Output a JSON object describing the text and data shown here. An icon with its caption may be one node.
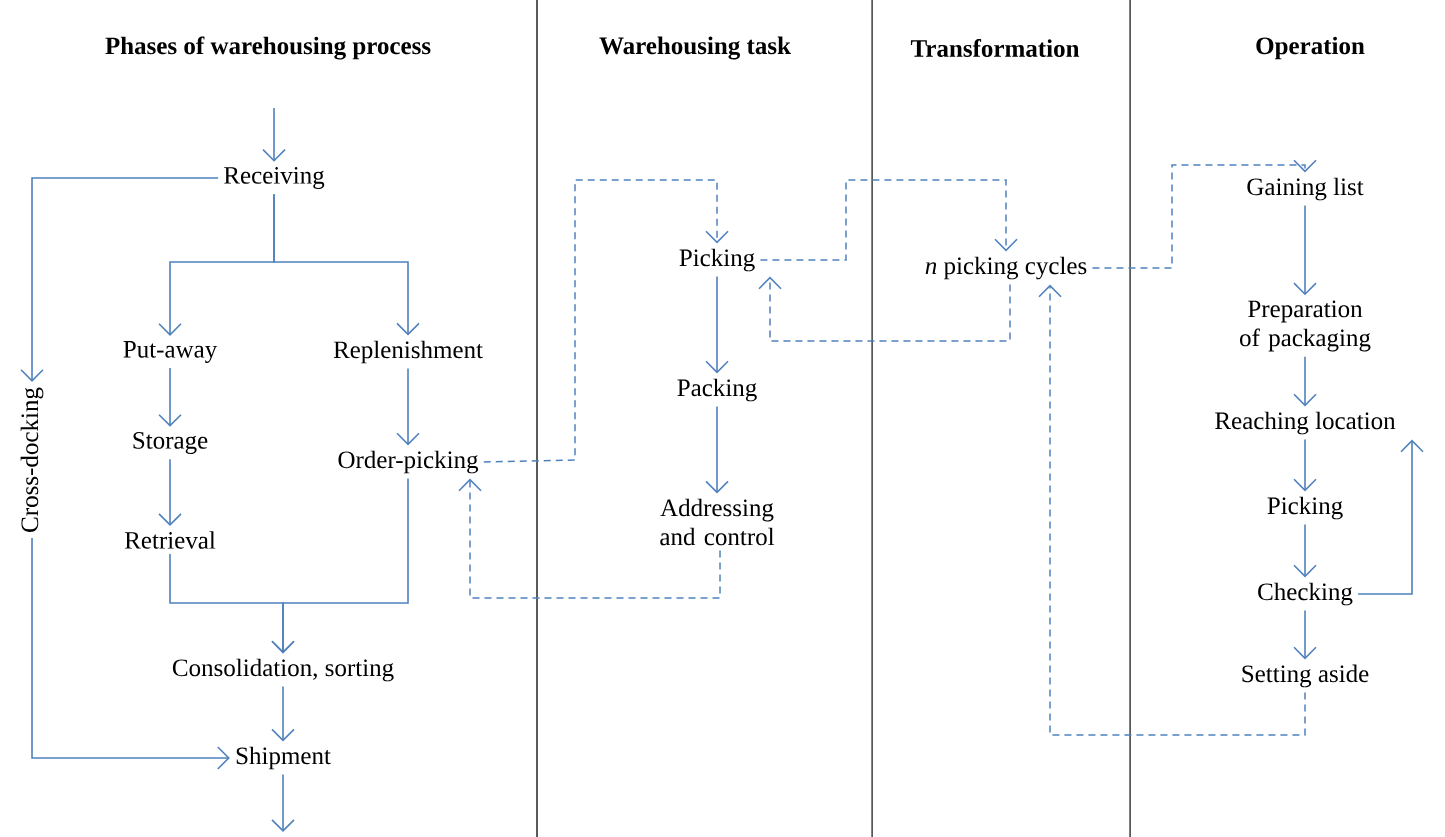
{
  "diagram": {
    "nodes": [
      {
        "text": [
          "Receiving"
        ]
      },
      {
        "text": [
          "Cross-docking"
        ]
      },
      {
        "text": [
          "Put-away"
        ]
      },
      {
        "text": [
          "Replenishment"
        ]
      },
      {
        "text": [
          "Storage"
        ]
      },
      {
        "text": [
          "Order-picking"
        ]
      },
      {
        "text": [
          "Retrieval"
        ]
      },
      {
        "text": [
          "Consolidation, sorting"
        ]
      },
      {
        "text": [
          "Shipment"
        ]
      },
      {
        "text": [
          "Picking"
        ]
      },
      {
        "text": [
          "Packing"
        ]
      },
      {
        "text": [
          "Addressing and control"
        ]
      },
      {
        "text": [
          "*n* picking cycles"
        ]
      },
      {
        "text": [
          "Gaining list"
        ]
      },
      {
        "text": [
          "Preparation of packaging"
        ]
      },
      {
        "text": [
          "Reaching location"
        ]
      },
      {
        "text": [
          "Picking"
        ]
      },
      {
        "text": [
          "Checking"
        ]
      },
      {
        "text": [
          "Setting aside"
        ]
      }
    ],
    "edges": [
      {
        "from": null,
        "to": 0,
        "arrow": "to"
      },
      {
        "from": 0,
        "to": 1,
        "arrow": "to"
      },
      {
        "from": 0,
        "to": 2,
        "arrow": "to"
      },
      {
        "from": 0,
        "to": 3,
        "arrow": "to"
      },
      {
        "from": 2,
        "to": 4,
        "arrow": "to"
      },
      {
        "from": 4,
        "to": 6,
        "arrow": "to"
      },
      {
        "from": 3,
        "to": 5,
        "arrow": "to"
      },
      {
        "from": 6,
        "to": 7,
        "arrow": "to"
      },
      {
        "from": 5,
        "to": 7,
        "arrow": "to"
      },
      {
        "from": 7,
        "to": 8,
        "arrow": "to"
      },
      {
        "from": 1,
        "to": 8,
        "arrow": "to"
      },
      {
        "from": 8,
        "to": null,
        "arrow": "to"
      },
      {
        "from": 5,
        "to": 9,
        "arrow": "to",
        "style": "dashed"
      },
      {
        "from": 9,
        "to": 10,
        "arrow": "to"
      },
      {
        "from": 10,
        "to": 11,
        "arrow": "to"
      },
      {
        "from": 11,
        "to": 5,
        "arrow": "to",
        "style": "dashed"
      },
      {
        "from": 9,
        "to": 12,
        "arrow": "to",
        "style": "dashed"
      },
      {
        "from": 12,
        "to": 9,
        "arrow": "to",
        "style": "dashed"
      },
      {
        "from": 12,
        "to": 13,
        "arrow": "to",
        "style": "dashed"
      },
      {
        "from": 13,
        "to": 14,
        "arrow": "to"
      },
      {
        "from": 14,
        "to": 15,
        "arrow": "to"
      },
      {
        "from": 15,
        "to": 16,
        "arrow": "to"
      },
      {
        "from": 16,
        "to": 17,
        "arrow": "to"
      },
      {
        "from": 17,
        "to": 18,
        "arrow": "to"
      },
      {
        "from": 17,
        "to": 15,
        "arrow": "to"
      },
      {
        "from": 18,
        "to": 12,
        "arrow": "to",
        "style": "dashed"
      }
    ],
    "labels": [
      "Phases of warehousing process",
      "Warehousing task",
      "Transformation",
      "Operation"
    ]
  }
}
